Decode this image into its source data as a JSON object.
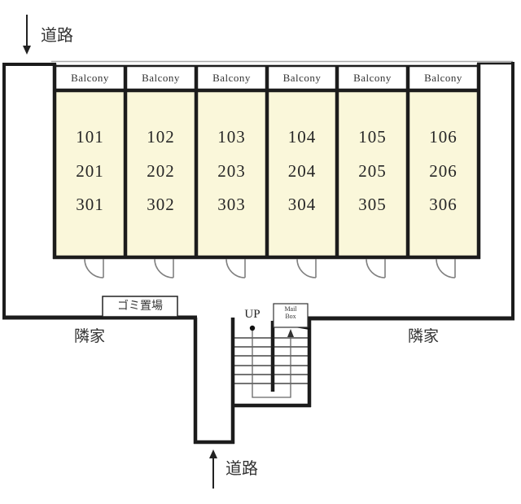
{
  "labels": {
    "road_top": "道路",
    "road_bottom": "道路",
    "neighbor_left": "隣家",
    "neighbor_right": "隣家",
    "garbage": "ゴミ置場",
    "up": "UP",
    "mailbox_line1": "Mail",
    "mailbox_line2": "Box"
  },
  "building": {
    "units": [
      {
        "balcony": "Balcony",
        "rooms": [
          "101",
          "201",
          "301"
        ]
      },
      {
        "balcony": "Balcony",
        "rooms": [
          "102",
          "202",
          "302"
        ]
      },
      {
        "balcony": "Balcony",
        "rooms": [
          "103",
          "203",
          "303"
        ]
      },
      {
        "balcony": "Balcony",
        "rooms": [
          "104",
          "204",
          "304"
        ]
      },
      {
        "balcony": "Balcony",
        "rooms": [
          "105",
          "205",
          "305"
        ]
      },
      {
        "balcony": "Balcony",
        "rooms": [
          "106",
          "206",
          "306"
        ]
      }
    ]
  },
  "colors": {
    "wall": "#1c1c1c",
    "room_fill": "#faf7da",
    "door_line": "#808080",
    "balcony_edge": "#aaaaaa"
  }
}
